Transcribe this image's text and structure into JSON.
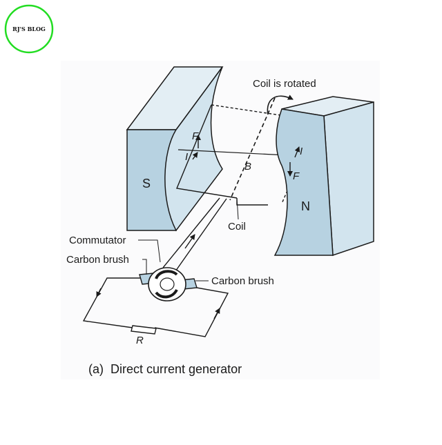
{
  "watermark": {
    "text": "RJ'S BLOG"
  },
  "labels": {
    "coil_rotated": "Coil is rotated",
    "coil": "Coil",
    "commutator": "Commutator",
    "carbon_brush_left": "Carbon brush",
    "carbon_brush_right": "Carbon brush",
    "pole_s": "S",
    "pole_n": "N",
    "force_left": "F",
    "current_left": "I",
    "field": "B",
    "current_right": "I",
    "force_right": "F",
    "resistor": "R"
  },
  "caption": "(a)  Direct current generator",
  "colors": {
    "magnet_front": "#b7d2e1",
    "magnet_side": "#d2e4ee",
    "magnet_top": "#e3eef4",
    "line": "#1a1a1a",
    "watermark_ring": "#22dd22"
  }
}
